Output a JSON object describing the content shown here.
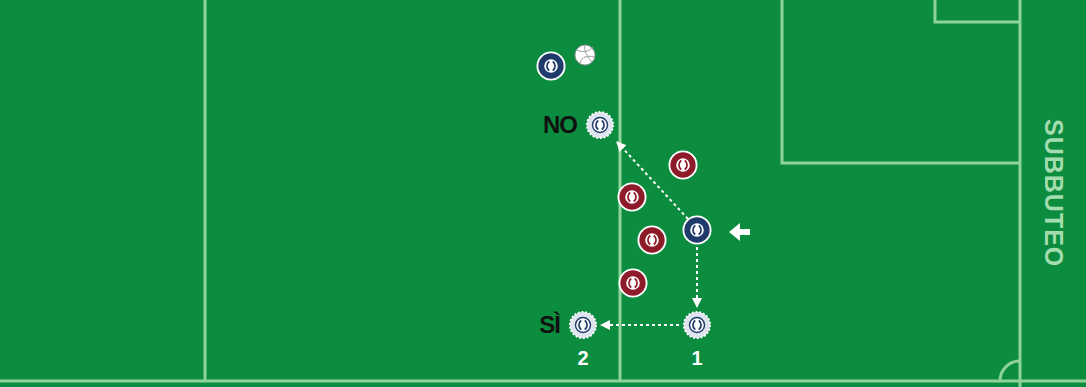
{
  "diagram": {
    "nodes": [
      {
        "text": [
          "NO"
        ]
      },
      {
        "text": [
          "SÌ",
          "2"
        ]
      },
      {
        "text": [
          "1"
        ]
      }
    ],
    "edges": [
      {
        "from": 2,
        "to": 1,
        "arrow": "to"
      }
    ],
    "labels": [
      "SUBBUTEO"
    ]
  }
}
